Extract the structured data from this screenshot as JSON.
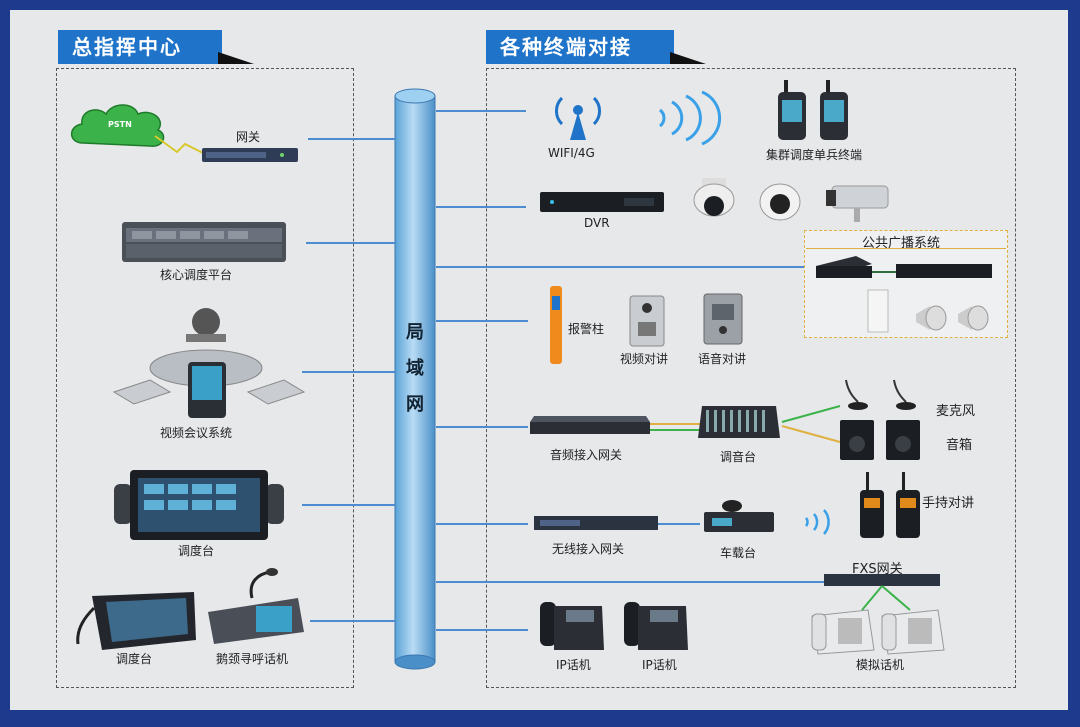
{
  "left_section": {
    "title": "总指挥中心",
    "pstn": "PSTN",
    "gateway": "网关",
    "core_platform": "核心调度平台",
    "video_conf": "视频会议系统",
    "console_1": "调度台",
    "console_2": "调度台",
    "gooseneck_phone": "鹅颈寻呼话机"
  },
  "backbone": {
    "chars": [
      "局",
      "域",
      "网"
    ]
  },
  "right_section": {
    "title": "各种终端对接",
    "wifi": "WIFI/4G",
    "trunking": "集群调度单兵终端",
    "dvr": "DVR",
    "pa_system": "公共广播系统",
    "alarm_post": "报警柱",
    "video_intercom": "视频对讲",
    "voice_intercom": "语音对讲",
    "audio_gateway": "音频接入网关",
    "mixer": "调音台",
    "microphone": "麦克风",
    "speaker": "音箱",
    "wireless_gateway": "无线接入网关",
    "vehicle_radio": "车载台",
    "handheld": "手持对讲",
    "fxs_gateway": "FXS网关",
    "ip_phone_1": "IP话机",
    "ip_phone_2": "IP话机",
    "analog_phone": "模拟话机"
  },
  "colors": {
    "frame": "#1e3a8c",
    "tag": "#1f74c9",
    "pipe": "#8ec2ea",
    "line": "#4d8cd0"
  }
}
